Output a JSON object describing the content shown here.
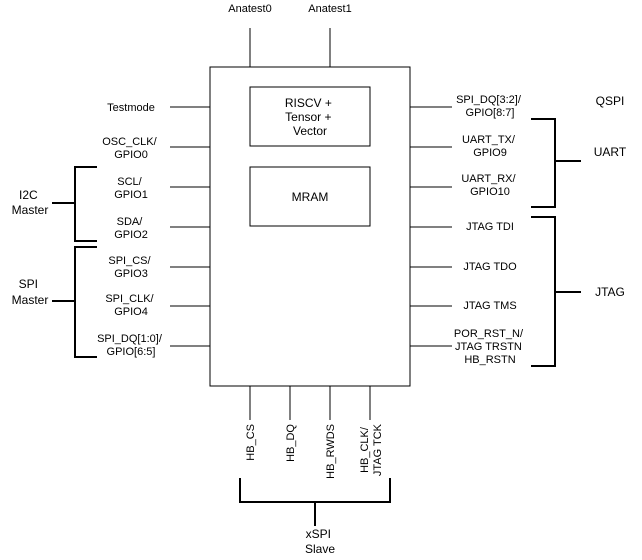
{
  "top_pins": [
    "Anatest0",
    "Anatest1"
  ],
  "chip": {
    "blocks": [
      {
        "lines": [
          "RISCV +",
          "Tensor +",
          "Vector"
        ]
      },
      {
        "lines": [
          "MRAM"
        ]
      }
    ]
  },
  "left_pins": [
    [
      "Testmode"
    ],
    [
      "OSC_CLK/",
      "GPIO0"
    ],
    [
      "SCL/",
      "GPIO1"
    ],
    [
      "SDA/",
      "GPIO2"
    ],
    [
      "SPI_CS/",
      "GPIO3"
    ],
    [
      "SPI_CLK/",
      "GPIO4"
    ],
    [
      "SPI_DQ[1:0]/",
      "GPIO[6:5]"
    ]
  ],
  "right_pins": [
    [
      "SPI_DQ[3:2]/",
      "GPIO[8:7]"
    ],
    [
      "UART_TX/",
      "GPIO9"
    ],
    [
      "UART_RX/",
      "GPIO10"
    ],
    [
      "JTAG TDI"
    ],
    [
      "JTAG TDO"
    ],
    [
      "JTAG TMS"
    ],
    [
      "POR_RST_N/",
      "JTAG TRSTN",
      "HB_RSTN"
    ]
  ],
  "bottom_pins": [
    [
      "HB_CS"
    ],
    [
      "HB_DQ"
    ],
    [
      "HB_RWDS"
    ],
    [
      "HB_CLK/",
      "JTAG TCK"
    ]
  ],
  "groups": {
    "i2c": [
      "I2C",
      "Master"
    ],
    "spi": [
      "SPI",
      "Master"
    ],
    "qspi": [
      "QSPI"
    ],
    "uart": [
      "UART"
    ],
    "jtag": [
      "JTAG"
    ],
    "xspi": [
      "xSPI",
      "Slave"
    ]
  }
}
